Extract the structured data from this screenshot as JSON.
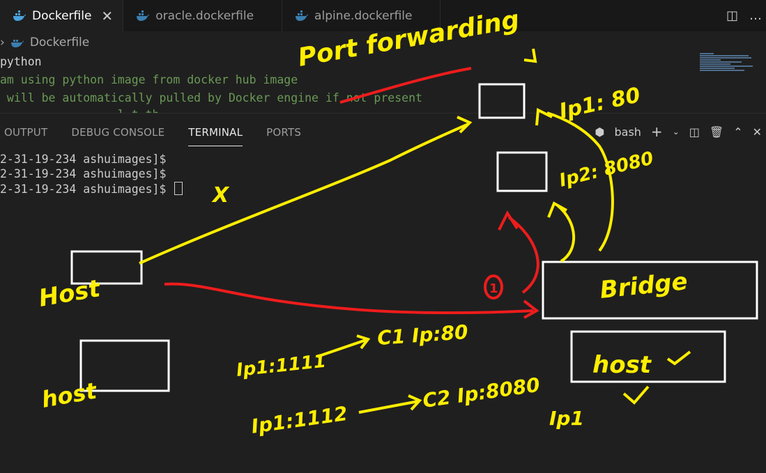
{
  "tabs": [
    {
      "label": "Dockerfile",
      "active": true
    },
    {
      "label": "oracle.dockerfile",
      "active": false
    },
    {
      "label": "alpine.dockerfile",
      "active": false
    }
  ],
  "breadcrumb": {
    "label": "Dockerfile"
  },
  "editor": {
    "lines": [
      "python",
      "am using python image from docker hub image",
      " will be automatically pulled by Docker engine if not present",
      "                 l t th"
    ]
  },
  "panel": {
    "tabs": [
      "OUTPUT",
      "DEBUG CONSOLE",
      "TERMINAL",
      "PORTS"
    ],
    "active_tab": "TERMINAL",
    "shell": "bash"
  },
  "terminal": {
    "lines": [
      "2-31-19-234 ashuimages]$",
      "2-31-19-234 ashuimages]$",
      "2-31-19-234 ashuimages]$ "
    ]
  },
  "annotations": {
    "port_forwarding": "Port forwarding",
    "ip1_80": "Ip1: 80",
    "ip2_8080": "Ip2: 8080",
    "host_label": "Host",
    "bridge_label": "Bridge",
    "host2_label": "host",
    "host_box_label": "host",
    "mapping1_left": "Ip1:1111",
    "mapping1_right": "C1 Ip:80",
    "mapping2_left": "Ip1:1112",
    "mapping2_right": "C2 Ip:8080",
    "ip_bottom": "Ip1",
    "cross": "X",
    "circle_num": "1"
  },
  "colors": {
    "yellow": "#ffee00",
    "red": "#ee1c1c",
    "white": "#ffffff"
  }
}
